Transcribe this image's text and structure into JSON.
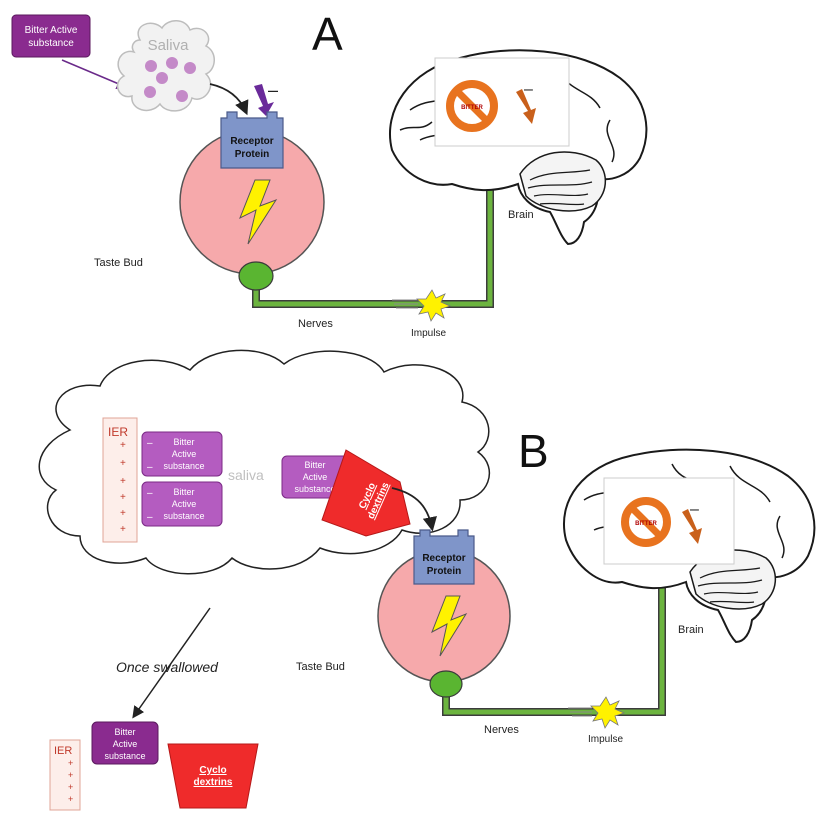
{
  "panel_a": {
    "letter": "A",
    "bitter_box": [
      "Bitter Active",
      "substance"
    ],
    "saliva_label": "Saliva",
    "receptor": [
      "Receptor",
      "Protein"
    ],
    "taste_bud": "Taste Bud",
    "nerves": "Nerves",
    "impulse": "Impulse",
    "brain": "Brain",
    "bitter_sign": "BITTER",
    "minus": "–"
  },
  "panel_b": {
    "letter": "B",
    "ier_label": "IER",
    "plus": "+",
    "minus": "–",
    "bitter_box": [
      "Bitter",
      "Active",
      "substance"
    ],
    "saliva_label": "saliva",
    "cyclo": [
      "Cyclo",
      "dextrins"
    ],
    "receptor": [
      "Receptor",
      "Protein"
    ],
    "taste_bud": "Taste Bud",
    "nerves": "Nerves",
    "impulse": "Impulse",
    "brain": "Brain",
    "bitter_sign": "BITTER",
    "once_swallowed": "Once  swallowed",
    "swallowed_ier": "IER",
    "swallowed_bitter": [
      "Bitter",
      "Active",
      "substance"
    ],
    "swallowed_cyclo": [
      "Cyclo",
      "dextrins"
    ]
  },
  "colors": {
    "purple": "#7b2a86",
    "light_purple": "#b45cc0",
    "receptor_blue": "#7f95c9",
    "taste_bud_pink": "#f6a9ab",
    "nerve_green": "#6cb43f",
    "cyclo_red": "#ef2b2b",
    "bolt_yellow": "#fff200",
    "ier_red": "#c0392b"
  }
}
